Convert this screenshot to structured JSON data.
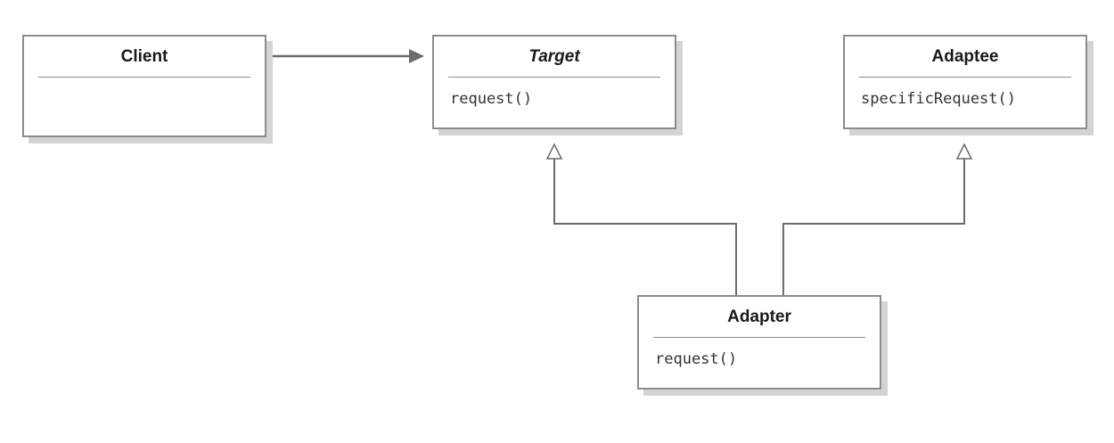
{
  "classes": {
    "client": {
      "name": "Client",
      "operations": []
    },
    "target": {
      "name": "Target",
      "abstract": true,
      "operations": [
        "request()"
      ]
    },
    "adaptee": {
      "name": "Adaptee",
      "operations": [
        "specificRequest()"
      ]
    },
    "adapter": {
      "name": "Adapter",
      "operations": [
        "request()"
      ]
    }
  },
  "relations": [
    {
      "from": "Client",
      "to": "Target",
      "type": "association"
    },
    {
      "from": "Adapter",
      "to": "Target",
      "type": "generalization"
    },
    {
      "from": "Adapter",
      "to": "Adaptee",
      "type": "generalization"
    }
  ],
  "colors": {
    "line": "#6b6b6b",
    "border": "#8c8c8c",
    "shadow": "#d4d4d4"
  }
}
